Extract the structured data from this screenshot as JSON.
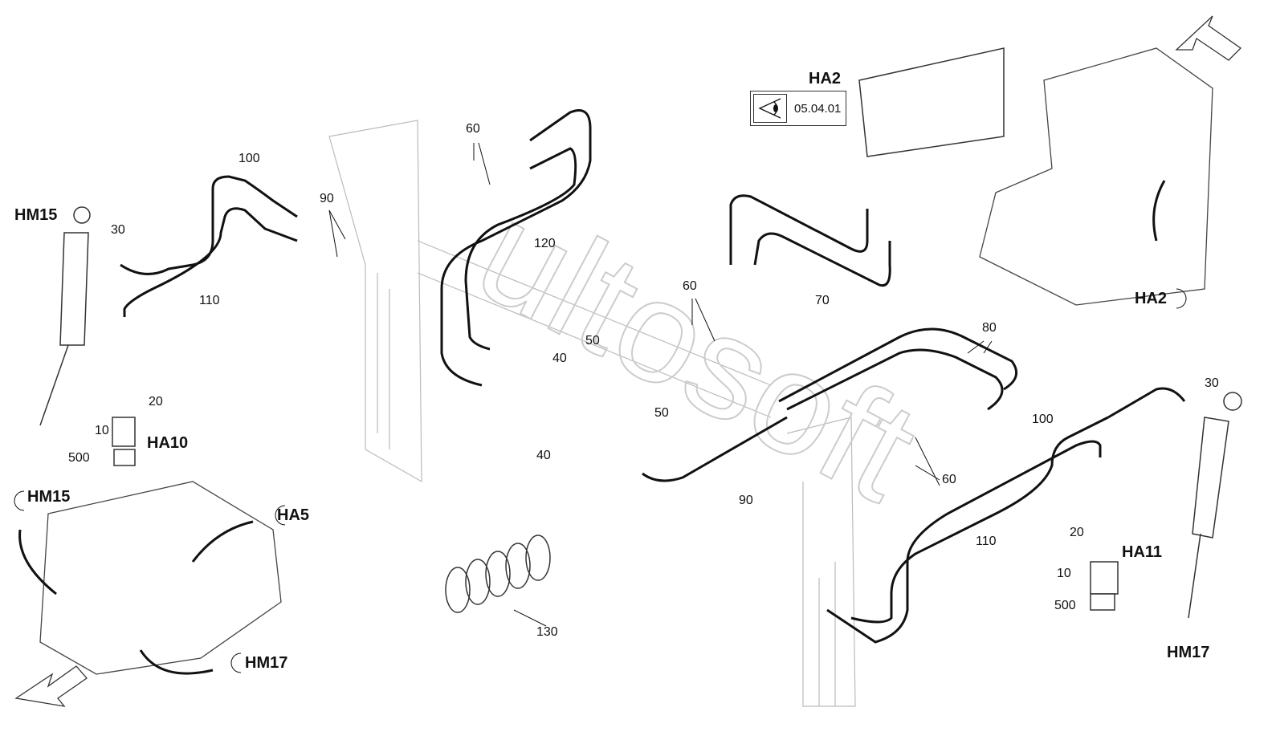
{
  "reference": {
    "view_code": "05.04.01",
    "icon": "eye-view-icon"
  },
  "labels": {
    "hm15_top": "HM15",
    "ha2_top": "HA2",
    "ha2_side": "HA2",
    "ha10": "HA10",
    "hm15_small": "HM15",
    "ha5": "HA5",
    "hm17_small": "HM17",
    "ha11": "HA11",
    "hm17_right": "HM17",
    "p30_left": "30",
    "p100_left": "100",
    "p110_left": "110",
    "p90_top": "90",
    "p60_top": "60",
    "p120": "120",
    "p70": "70",
    "p60_mid": "60",
    "p50_a": "50",
    "p40_a": "40",
    "p50_b": "50",
    "p40_b": "40",
    "p80": "80",
    "p100_right": "100",
    "p30_right": "30",
    "p20_left": "20",
    "p10_left": "10",
    "p500_left": "500",
    "p90_bottom": "90",
    "p60_right": "60",
    "p110_right": "110",
    "p20_right": "20",
    "p10_right": "10",
    "p500_right": "500",
    "p130": "130"
  },
  "colors": {
    "line": "#111111",
    "faint": "#bbbbbb",
    "watermark": "#d0d0d0"
  }
}
